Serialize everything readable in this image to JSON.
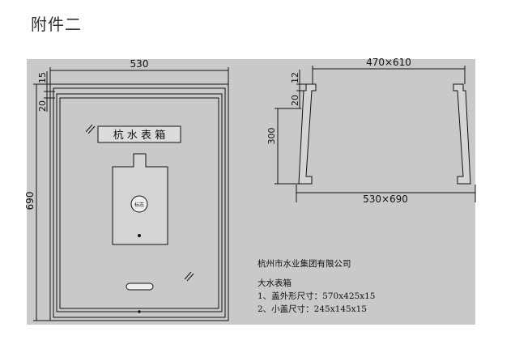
{
  "page": {
    "heading": "附件二"
  },
  "front_view": {
    "dim_width": "530",
    "dim_height": "690",
    "dim_frame_top": "15",
    "dim_frame_inner": "20",
    "nameplate": "杭 水 表 箱",
    "badge": "标志"
  },
  "side_view": {
    "dim_top": "470×610",
    "dim_bottom": "530×690",
    "dim_depth": "300",
    "dim_lip_top": "12",
    "dim_lip": "20"
  },
  "notes": {
    "company": "杭州市水业集团有限公司",
    "title": "大水表箱",
    "item1": "1、盖外形尺寸：570x425x15",
    "item2": "2、小盖尺寸：245x145x15"
  },
  "colors": {
    "panel": "#c9c9c9",
    "line": "#111111",
    "inner": "#d4d4d4"
  }
}
